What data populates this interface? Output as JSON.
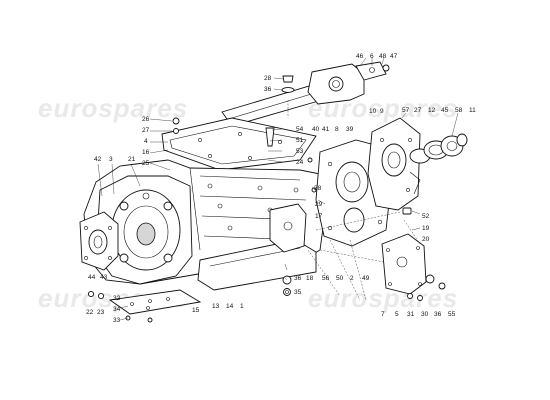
{
  "watermark": {
    "text": "eurospares"
  },
  "callouts": [
    {
      "id": "46",
      "text": "46"
    },
    {
      "id": "6",
      "text": "6"
    },
    {
      "id": "48",
      "text": "48"
    },
    {
      "id": "47",
      "text": "47"
    },
    {
      "id": "28",
      "text": "28"
    },
    {
      "id": "36a",
      "text": "36"
    },
    {
      "id": "26",
      "text": "26"
    },
    {
      "id": "27a",
      "text": "27"
    },
    {
      "id": "4",
      "text": "4"
    },
    {
      "id": "16",
      "text": "16"
    },
    {
      "id": "25",
      "text": "25"
    },
    {
      "id": "54",
      "text": "54"
    },
    {
      "id": "51",
      "text": "51"
    },
    {
      "id": "53",
      "text": "53"
    },
    {
      "id": "24",
      "text": "24"
    },
    {
      "id": "40",
      "text": "40"
    },
    {
      "id": "41",
      "text": "41"
    },
    {
      "id": "8",
      "text": "8"
    },
    {
      "id": "39",
      "text": "39"
    },
    {
      "id": "10",
      "text": "10"
    },
    {
      "id": "9",
      "text": "9"
    },
    {
      "id": "57",
      "text": "57"
    },
    {
      "id": "27b",
      "text": "27"
    },
    {
      "id": "12",
      "text": "12"
    },
    {
      "id": "45",
      "text": "45"
    },
    {
      "id": "58",
      "text": "58"
    },
    {
      "id": "11",
      "text": "11"
    },
    {
      "id": "38",
      "text": "38"
    },
    {
      "id": "29",
      "text": "29"
    },
    {
      "id": "17",
      "text": "17"
    },
    {
      "id": "42",
      "text": "42"
    },
    {
      "id": "3",
      "text": "3"
    },
    {
      "id": "21",
      "text": "21"
    },
    {
      "id": "52",
      "text": "52"
    },
    {
      "id": "19",
      "text": "19"
    },
    {
      "id": "20",
      "text": "20"
    },
    {
      "id": "44",
      "text": "44"
    },
    {
      "id": "43",
      "text": "43"
    },
    {
      "id": "36b",
      "text": "36"
    },
    {
      "id": "18",
      "text": "18"
    },
    {
      "id": "56",
      "text": "56"
    },
    {
      "id": "50",
      "text": "50"
    },
    {
      "id": "2",
      "text": "2"
    },
    {
      "id": "49",
      "text": "49"
    },
    {
      "id": "35",
      "text": "35"
    },
    {
      "id": "32",
      "text": "32"
    },
    {
      "id": "34",
      "text": "34"
    },
    {
      "id": "13",
      "text": "13"
    },
    {
      "id": "14",
      "text": "14"
    },
    {
      "id": "1",
      "text": "1"
    },
    {
      "id": "15",
      "text": "15"
    },
    {
      "id": "33",
      "text": "33"
    },
    {
      "id": "22",
      "text": "22"
    },
    {
      "id": "23",
      "text": "23"
    },
    {
      "id": "7",
      "text": "7"
    },
    {
      "id": "5",
      "text": "5"
    },
    {
      "id": "31",
      "text": "31"
    },
    {
      "id": "30",
      "text": "30"
    },
    {
      "id": "36c",
      "text": "36"
    },
    {
      "id": "55",
      "text": "55"
    }
  ]
}
